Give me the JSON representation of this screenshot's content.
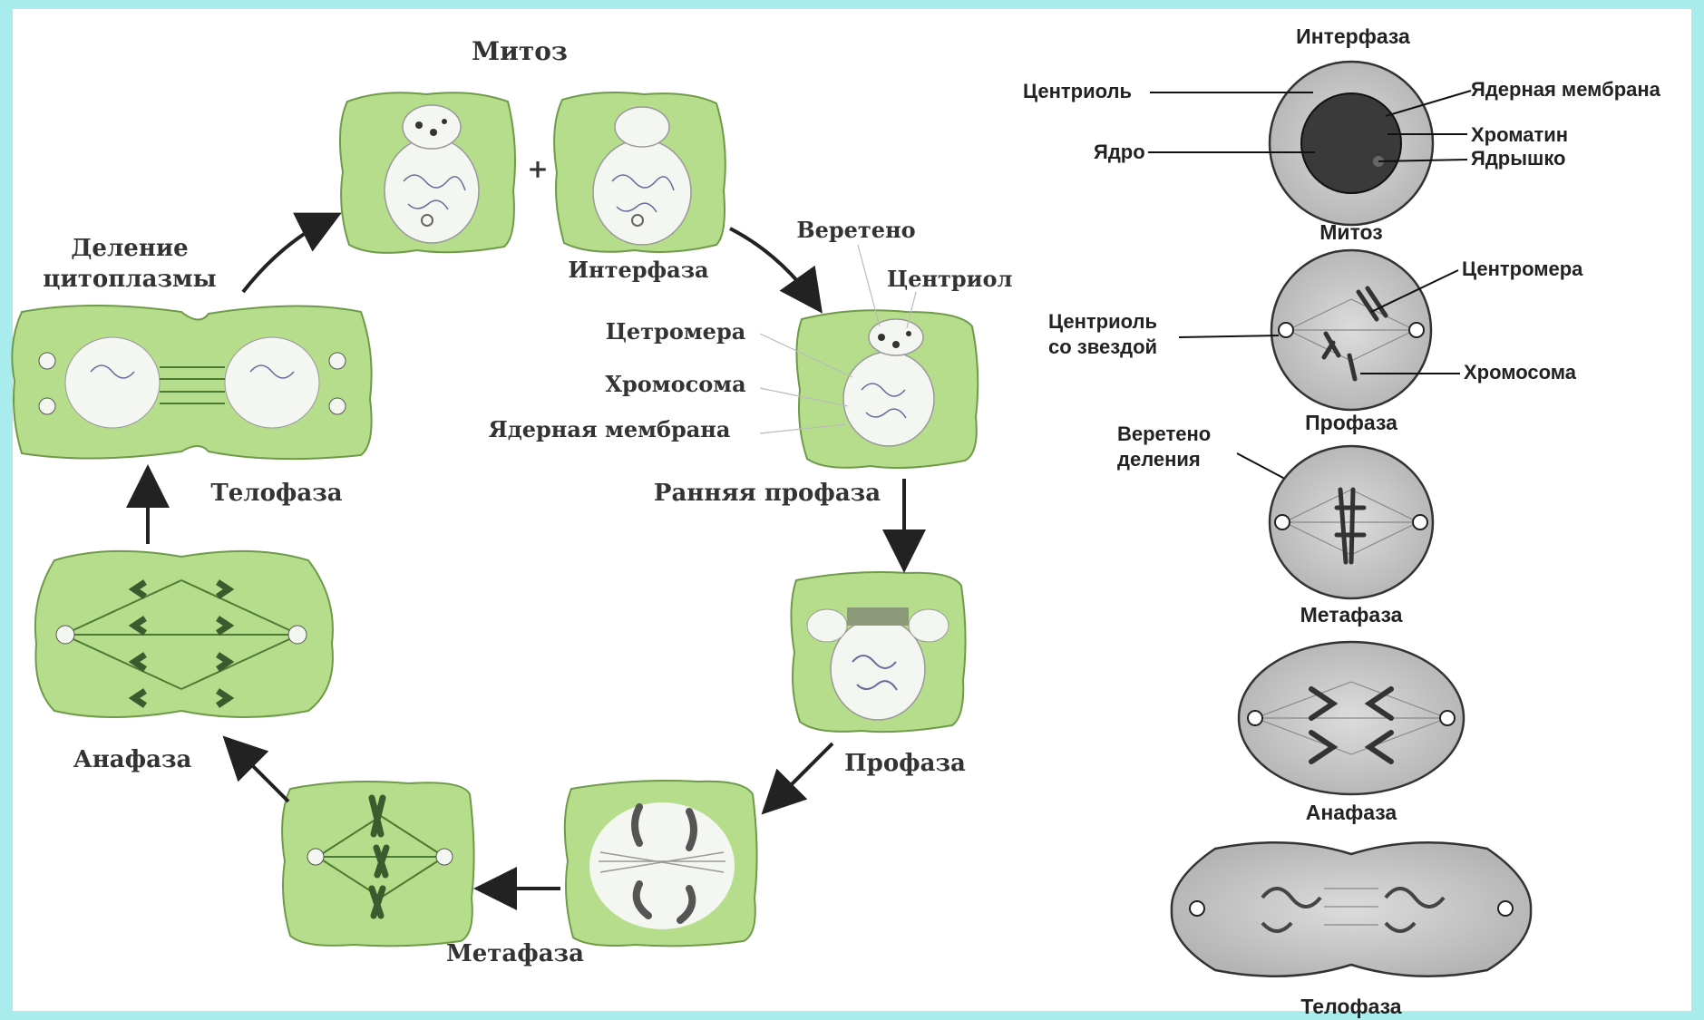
{
  "left_diagram": {
    "title": "Митоз",
    "stages": {
      "interphase": "Интерфаза",
      "early_prophase": "Ранняя профаза",
      "prophase": "Профаза",
      "metaphase": "Метафаза",
      "anaphase": "Анафаза",
      "telophase": "Телофаза",
      "cytokinesis_line1": "Деление",
      "cytokinesis_line2": "цитоплазмы"
    },
    "labels": {
      "spindle": "Веретено",
      "centriole": "Центриол",
      "centromere": "Цетромера",
      "chromosome": "Хромосома",
      "nuclear_membrane": "Ядерная мембрана"
    },
    "plus_sign": "+",
    "colors": {
      "cell_fill": "#b6dd8b",
      "nucleus_fill": "#f4f6f1",
      "arrow": "#222222"
    }
  },
  "right_diagram": {
    "stages": {
      "interphase": "Интерфаза",
      "mitosis": "Митоз",
      "prophase": "Профаза",
      "metaphase": "Метафаза",
      "anaphase": "Анафаза",
      "telophase": "Телофаза"
    },
    "labels": {
      "centriole": "Центриоль",
      "nuclear_membrane": "Ядерная мембрана",
      "nucleus": "Ядро",
      "chromatin": "Хроматин",
      "nucleolus": "Ядрышко",
      "centromere": "Центромера",
      "centriole_star_line1": "Центриоль",
      "centriole_star_line2": "со звездой",
      "chromosome": "Хромосома",
      "spindle_line1": "Веретено",
      "spindle_line2": "деления"
    },
    "colors": {
      "cell_fill": "#c9c9c9",
      "nucleus_fill": "#3a3a3a"
    }
  }
}
